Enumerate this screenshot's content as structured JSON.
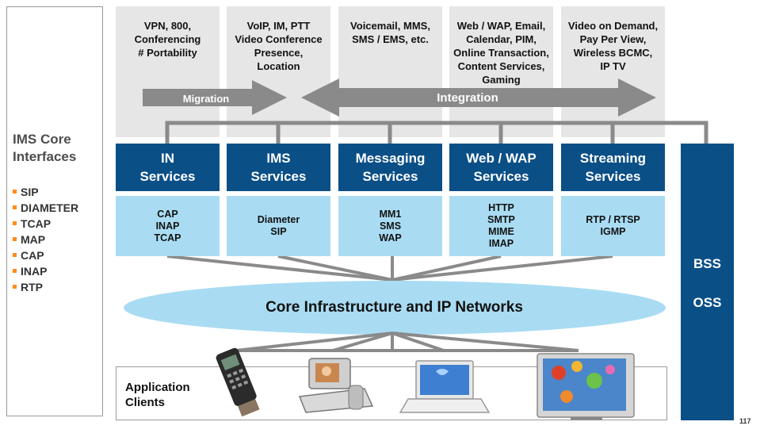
{
  "left_panel": {
    "title_line1": "IMS Core",
    "title_line2": "Interfaces",
    "interfaces": [
      "SIP",
      "DIAMETER",
      "TCAP",
      "MAP",
      "CAP",
      "INAP",
      "RTP"
    ]
  },
  "top_boxes": [
    "VPN, 800,\nConferencing\n# Portability",
    "VoIP, IM, PTT\nVideo Conference\nPresence,\nLocation",
    "Voicemail, MMS,\nSMS / EMS, etc.",
    "Web / WAP, Email,\nCalendar, PIM,\nOnline Transaction,\nContent Services,\nGaming",
    "Video on Demand,\nPay Per View,\nWireless BCMC,\nIP TV"
  ],
  "arrows": {
    "migration": "Migration",
    "integration": "Integration"
  },
  "services": [
    {
      "line1": "IN",
      "line2": "Services"
    },
    {
      "line1": "IMS",
      "line2": "Services"
    },
    {
      "line1": "Messaging",
      "line2": "Services"
    },
    {
      "line1": "Web / WAP",
      "line2": "Services"
    },
    {
      "line1": "Streaming",
      "line2": "Services"
    }
  ],
  "protocols": [
    "CAP\nINAP\nTCAP",
    "Diameter\nSIP",
    "MM1\nSMS\nWAP",
    "HTTP\nSMTP\nMIME\nIMAP",
    "RTP / RTSP\nIGMP"
  ],
  "core": "Core Infrastructure and IP Networks",
  "bss": "BSS",
  "oss": "OSS",
  "clients_label": "Application\nClients",
  "page_number": "117",
  "colors": {
    "service_blue": "#0b4f87",
    "protocol_blue": "#a9dcf3",
    "core_ellipse": "#a9dcf3",
    "grey_box": "#e6e6e6",
    "arrow_grey": "#8a8a8a",
    "bullet_orange": "#ff8c1a"
  },
  "client_icons": [
    "mobile-phone-icon",
    "video-phone-icon",
    "laptop-icon",
    "television-icon"
  ]
}
